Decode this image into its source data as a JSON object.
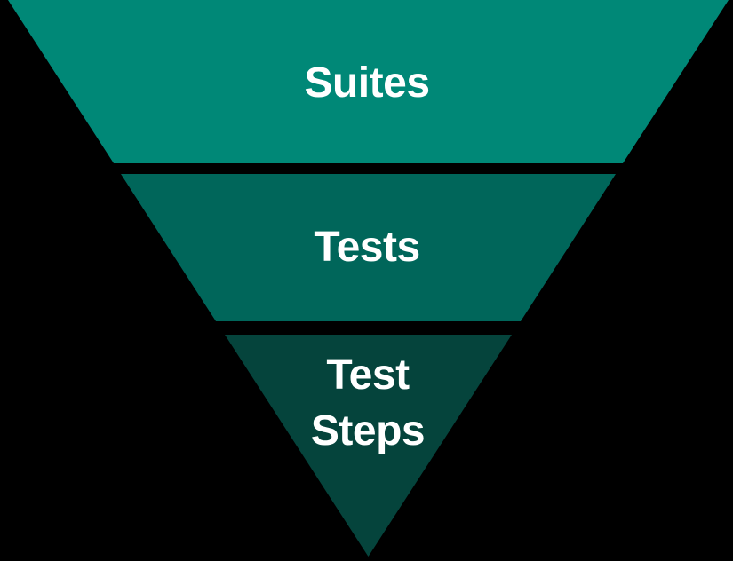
{
  "diagram": {
    "type": "inverted-pyramid",
    "background_color": "#000000",
    "text_color": "#FFFFFF",
    "levels": [
      {
        "label": "Suites",
        "color": "#008877"
      },
      {
        "label": "Tests",
        "color": "#00665A"
      },
      {
        "label": "Test Steps",
        "label_line1": "Test",
        "label_line2": "Steps",
        "color": "#05443C"
      }
    ]
  }
}
